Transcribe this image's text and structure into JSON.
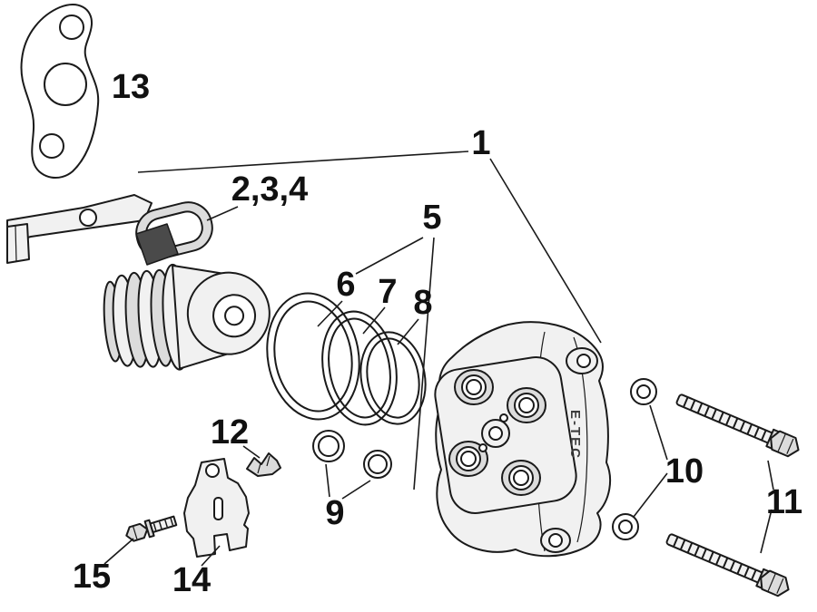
{
  "diagram": {
    "labels": {
      "l1": "1",
      "l234": "2,3,4",
      "l5": "5",
      "l6": "6",
      "l7": "7",
      "l8": "8",
      "l9": "9",
      "l10": "10",
      "l11": "11",
      "l12": "12",
      "l13": "13",
      "l14": "14",
      "l15": "15"
    },
    "engraving": {
      "etec": "E-TEC"
    },
    "colors": {
      "line": "#1a1a1a",
      "label": "#111111",
      "fill_white": "#ffffff",
      "fill_light": "#f1f1f1",
      "fill_mid": "#dcdcdc",
      "fill_dark": "#4a4a4a",
      "background": "#ffffff"
    }
  }
}
